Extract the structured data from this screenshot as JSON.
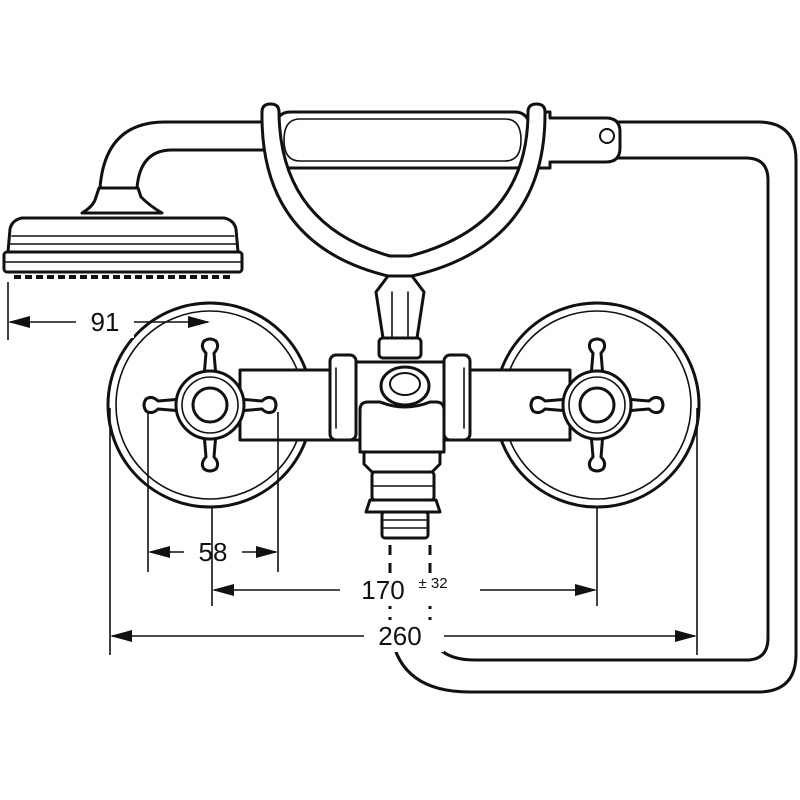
{
  "dimensions": {
    "shower_head_offset": "91",
    "handle_span": "58",
    "centers": "170",
    "centers_tolerance": "± 32",
    "overall": "260"
  }
}
